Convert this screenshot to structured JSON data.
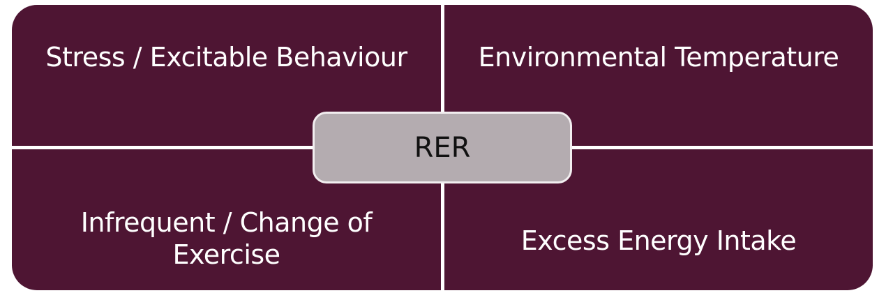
{
  "diagram": {
    "center_label": "RER",
    "quadrants": {
      "top_left": "Stress / Excitable Behaviour",
      "top_right": "Environmental Temperature",
      "bottom_left_line1": "Infrequent / Change of",
      "bottom_left_line2": "Exercise",
      "bottom_right": "Excess Energy Intake"
    },
    "colors": {
      "quadrant_fill": "#4e1533",
      "center_fill": "#b4acb0",
      "divider": "#ffffff"
    }
  }
}
